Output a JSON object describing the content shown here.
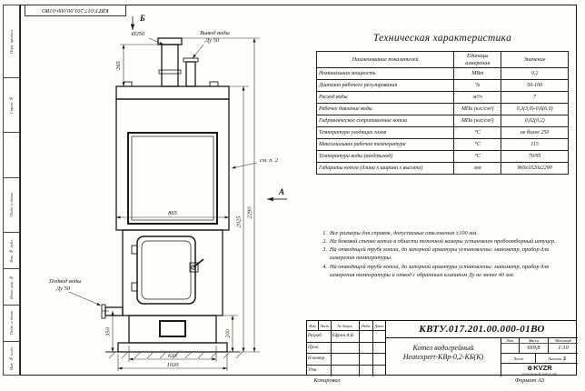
{
  "doc_number": "КВТУ.017.201.00.000-01ВО",
  "margin_labels": [
    "Перв. примен.",
    "Справ. №",
    "Подп. и дата",
    "Инв. № дубл.",
    "Взам. инв. №",
    "Подп. и дата",
    "Инв. № подл."
  ],
  "drawing": {
    "view_b": "Б",
    "view_a": "А",
    "diameter": "Ø250",
    "outlet_line1": "Вывод воды",
    "outlet_line2": "Ду 50",
    "inlet_line1": "Подвод воды",
    "inlet_line2": "Ду 50",
    "see_note": "см. п. 2",
    "dims": {
      "chimney_height": "265",
      "body_width": "865",
      "total_height": "2290",
      "body_height": "2025",
      "inlet_height": "350",
      "base_height": "200",
      "base_width": "633",
      "foundation_width": "1020"
    }
  },
  "tech": {
    "title": "Техническая характеристика",
    "headers": [
      "Наименование показателей",
      "Единицы измерения",
      "Значение"
    ],
    "rows": [
      [
        "Номинальная мощность",
        "МВт",
        "0,2"
      ],
      [
        "Диапазон рабочего регулирования",
        "%",
        "50-100"
      ],
      [
        "Расход воды",
        "м³/ч",
        "7"
      ],
      [
        "Рабочее давление воды",
        "МПа (кгс/см²)",
        "0,3(3,0)-0,6(6,0)"
      ],
      [
        "Гидравлическое сопротивление котла",
        "МПа (кгс/см²)",
        "0,02(0,2)"
      ],
      [
        "Температура уходящих газов",
        "°С",
        "не более 250"
      ],
      [
        "Максимальная рабочая температура",
        "°С",
        "115"
      ],
      [
        "Температура воды (вход/выход)",
        "°С",
        "70/95"
      ],
      [
        "Габариты котла (длина х ширина х высота)",
        "мм",
        "960х1020х2290"
      ]
    ]
  },
  "notes": [
    {
      "num": "1.",
      "text": "Все размеры для справок, допустимые отклонения ±100 мм."
    },
    {
      "num": "2.",
      "text": "На боковой стенке котла в области топочной камеры установлен пробоотборный штуцер."
    },
    {
      "num": "3.",
      "text": "На отводящей трубе котла, до запорной арматуры установлены: манометр, прибор для измерения температуры."
    },
    {
      "num": "4.",
      "text": "На отводящей трубе котла, до запорной арматуры установлены: манометр, прибор для измерения температуры и отвод с обратным клапаном Ду не менее 40 мм."
    }
  ],
  "title_block": {
    "doc_number": "КВТУ.017.201.00.000-01ВО",
    "product_line1": "Котел водогрейный",
    "product_line2": "Heatexpert-КВр-0,2-КБ(К)",
    "cols": [
      "Изм",
      "Лист",
      "№ докум.",
      "Подп.",
      "Дата"
    ],
    "rows": [
      {
        "role": "Разраб.",
        "name": "Ефрем А.В."
      },
      {
        "role": "Пров.",
        "name": ""
      },
      {
        "role": "Н.контр.",
        "name": ""
      },
      {
        "role": "Утв.",
        "name": ""
      }
    ],
    "lit_label": "Лит.",
    "mass_label": "Масса",
    "scale_label": "Масштаб",
    "lit_value": "",
    "mass_value": "669,8",
    "scale_value": "1:10",
    "sheet_label": "Лист",
    "sheets_label": "Листов",
    "sheets_value": "2",
    "logo_icon": "⚙",
    "company": "KVZR",
    "company_sub": "КОТЕЛЬНЫЙ ЗАВОД, РФ"
  },
  "footer": {
    "copied": "Копировал",
    "format": "Формат А3"
  }
}
